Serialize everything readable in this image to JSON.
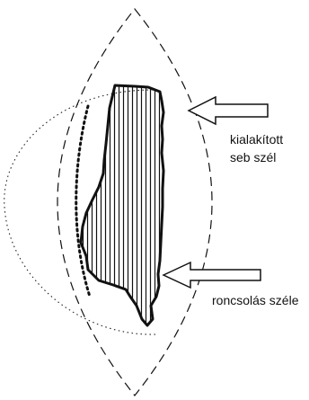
{
  "labels": {
    "wound_edge_line1": "kialakított",
    "wound_edge_line2": "seb szél",
    "damage_edge": "roncsolás széle"
  },
  "colors": {
    "stroke": "#111111",
    "background": "#ffffff"
  }
}
